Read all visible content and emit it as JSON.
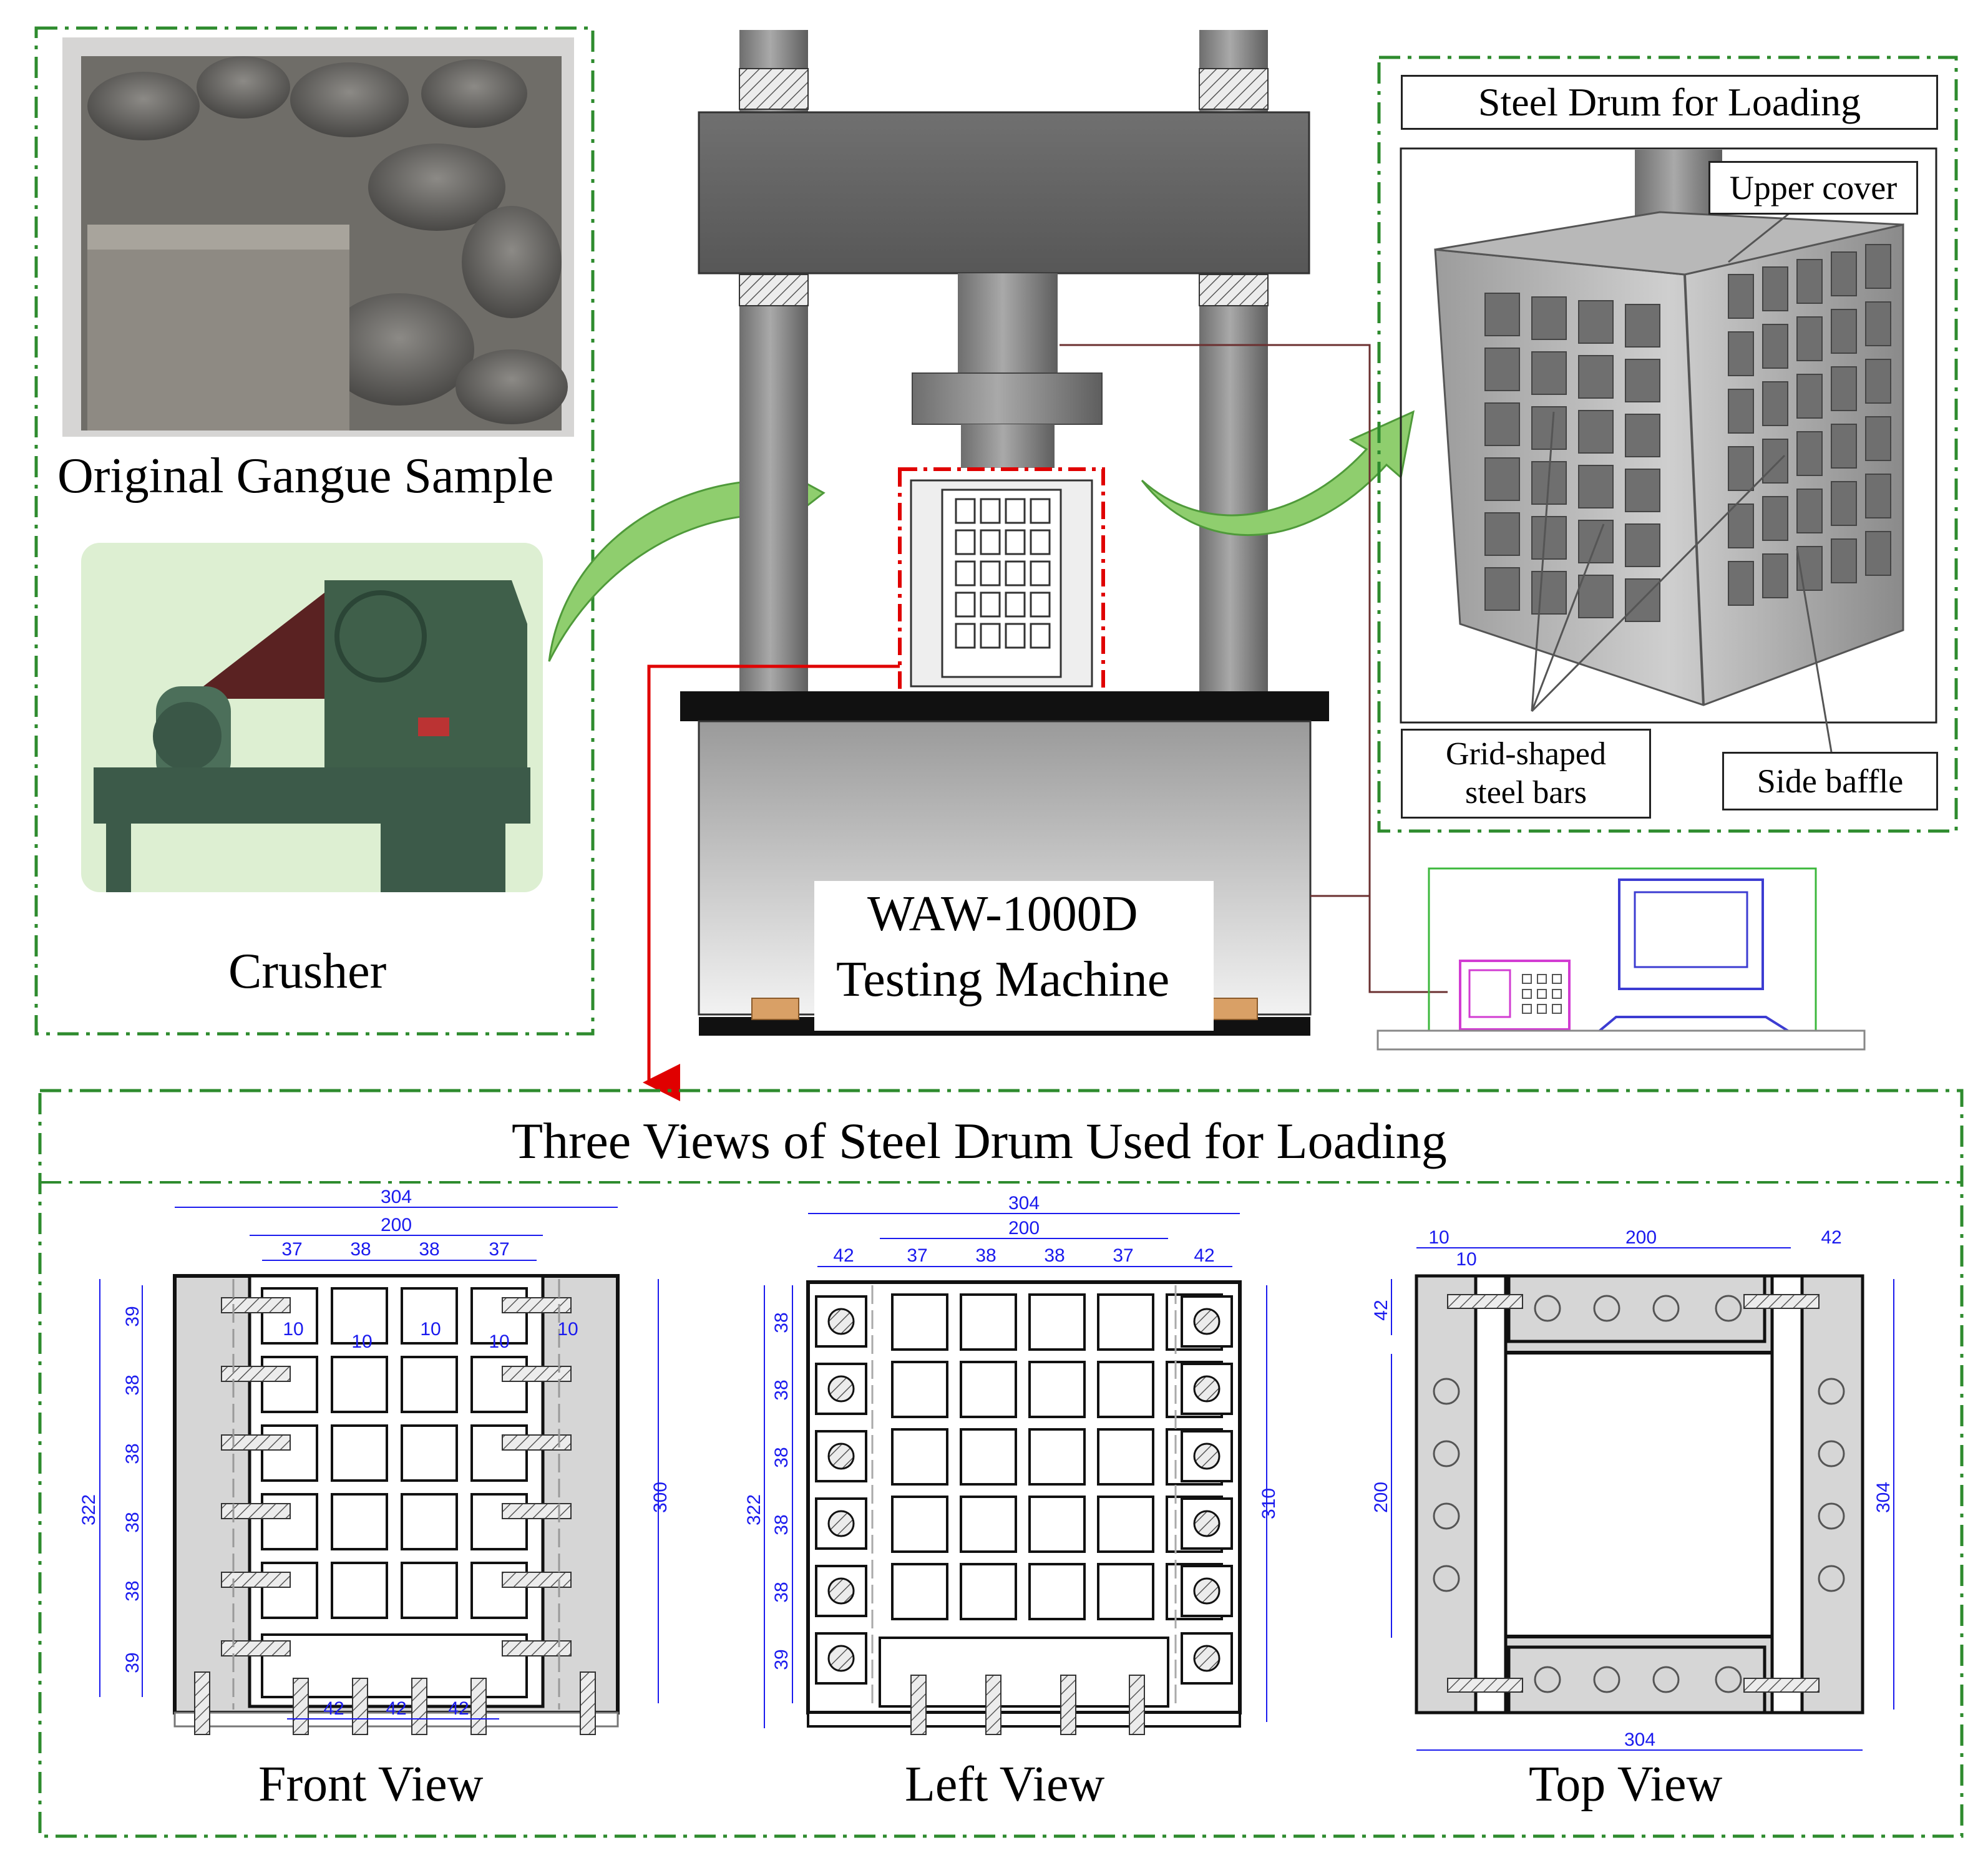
{
  "top_left_panel": {
    "gangue_caption": "Original Gangue Sample",
    "crusher_caption": "Crusher"
  },
  "machine": {
    "caption_line1": "WAW-1000D",
    "caption_line2": "Testing Machine"
  },
  "steel_drum_panel": {
    "title": "Steel Drum for Loading",
    "upper_cover": "Upper cover",
    "grid_bars_line1": "Grid-shaped",
    "grid_bars_line2": "steel bars",
    "side_baffle": "Side baffle"
  },
  "three_views": {
    "title": "Three Views of Steel Drum Used for Loading",
    "front_view": {
      "caption": "Front View",
      "dim_total_width": "304",
      "dim_inner_width": "200",
      "dim_columns": [
        "37",
        "38",
        "38",
        "37"
      ],
      "dim_rows": [
        "39",
        "38",
        "38",
        "38",
        "38",
        "39"
      ],
      "dim_height_left": "322",
      "dim_height_right": "300",
      "dim_gap": "10",
      "dim_bottom": [
        "42",
        "42",
        "42"
      ]
    },
    "left_view": {
      "caption": "Left View",
      "dim_total_width": "304",
      "dim_inner_width": "200",
      "dim_columns": [
        "42",
        "37",
        "38",
        "38",
        "37",
        "42"
      ],
      "dim_rows": [
        "38",
        "38",
        "38",
        "38",
        "38",
        "39"
      ],
      "dim_height_left": "322",
      "dim_height_right": "310"
    },
    "top_view": {
      "caption": "Top View",
      "dim_top_a": "10",
      "dim_top_b": "10",
      "dim_inner": "200",
      "dim_right": "42",
      "dim_left_small": "42",
      "dim_left_inner": "200",
      "dim_right_height": "304",
      "dim_bottom": "304"
    }
  },
  "colors": {
    "frame_green": "#2e8b2e",
    "arrow_green": "#8fce6e",
    "highlight_red": "#e00000",
    "dimension_blue": "#1a1aee",
    "machine_gray": "#8a8a8a"
  }
}
